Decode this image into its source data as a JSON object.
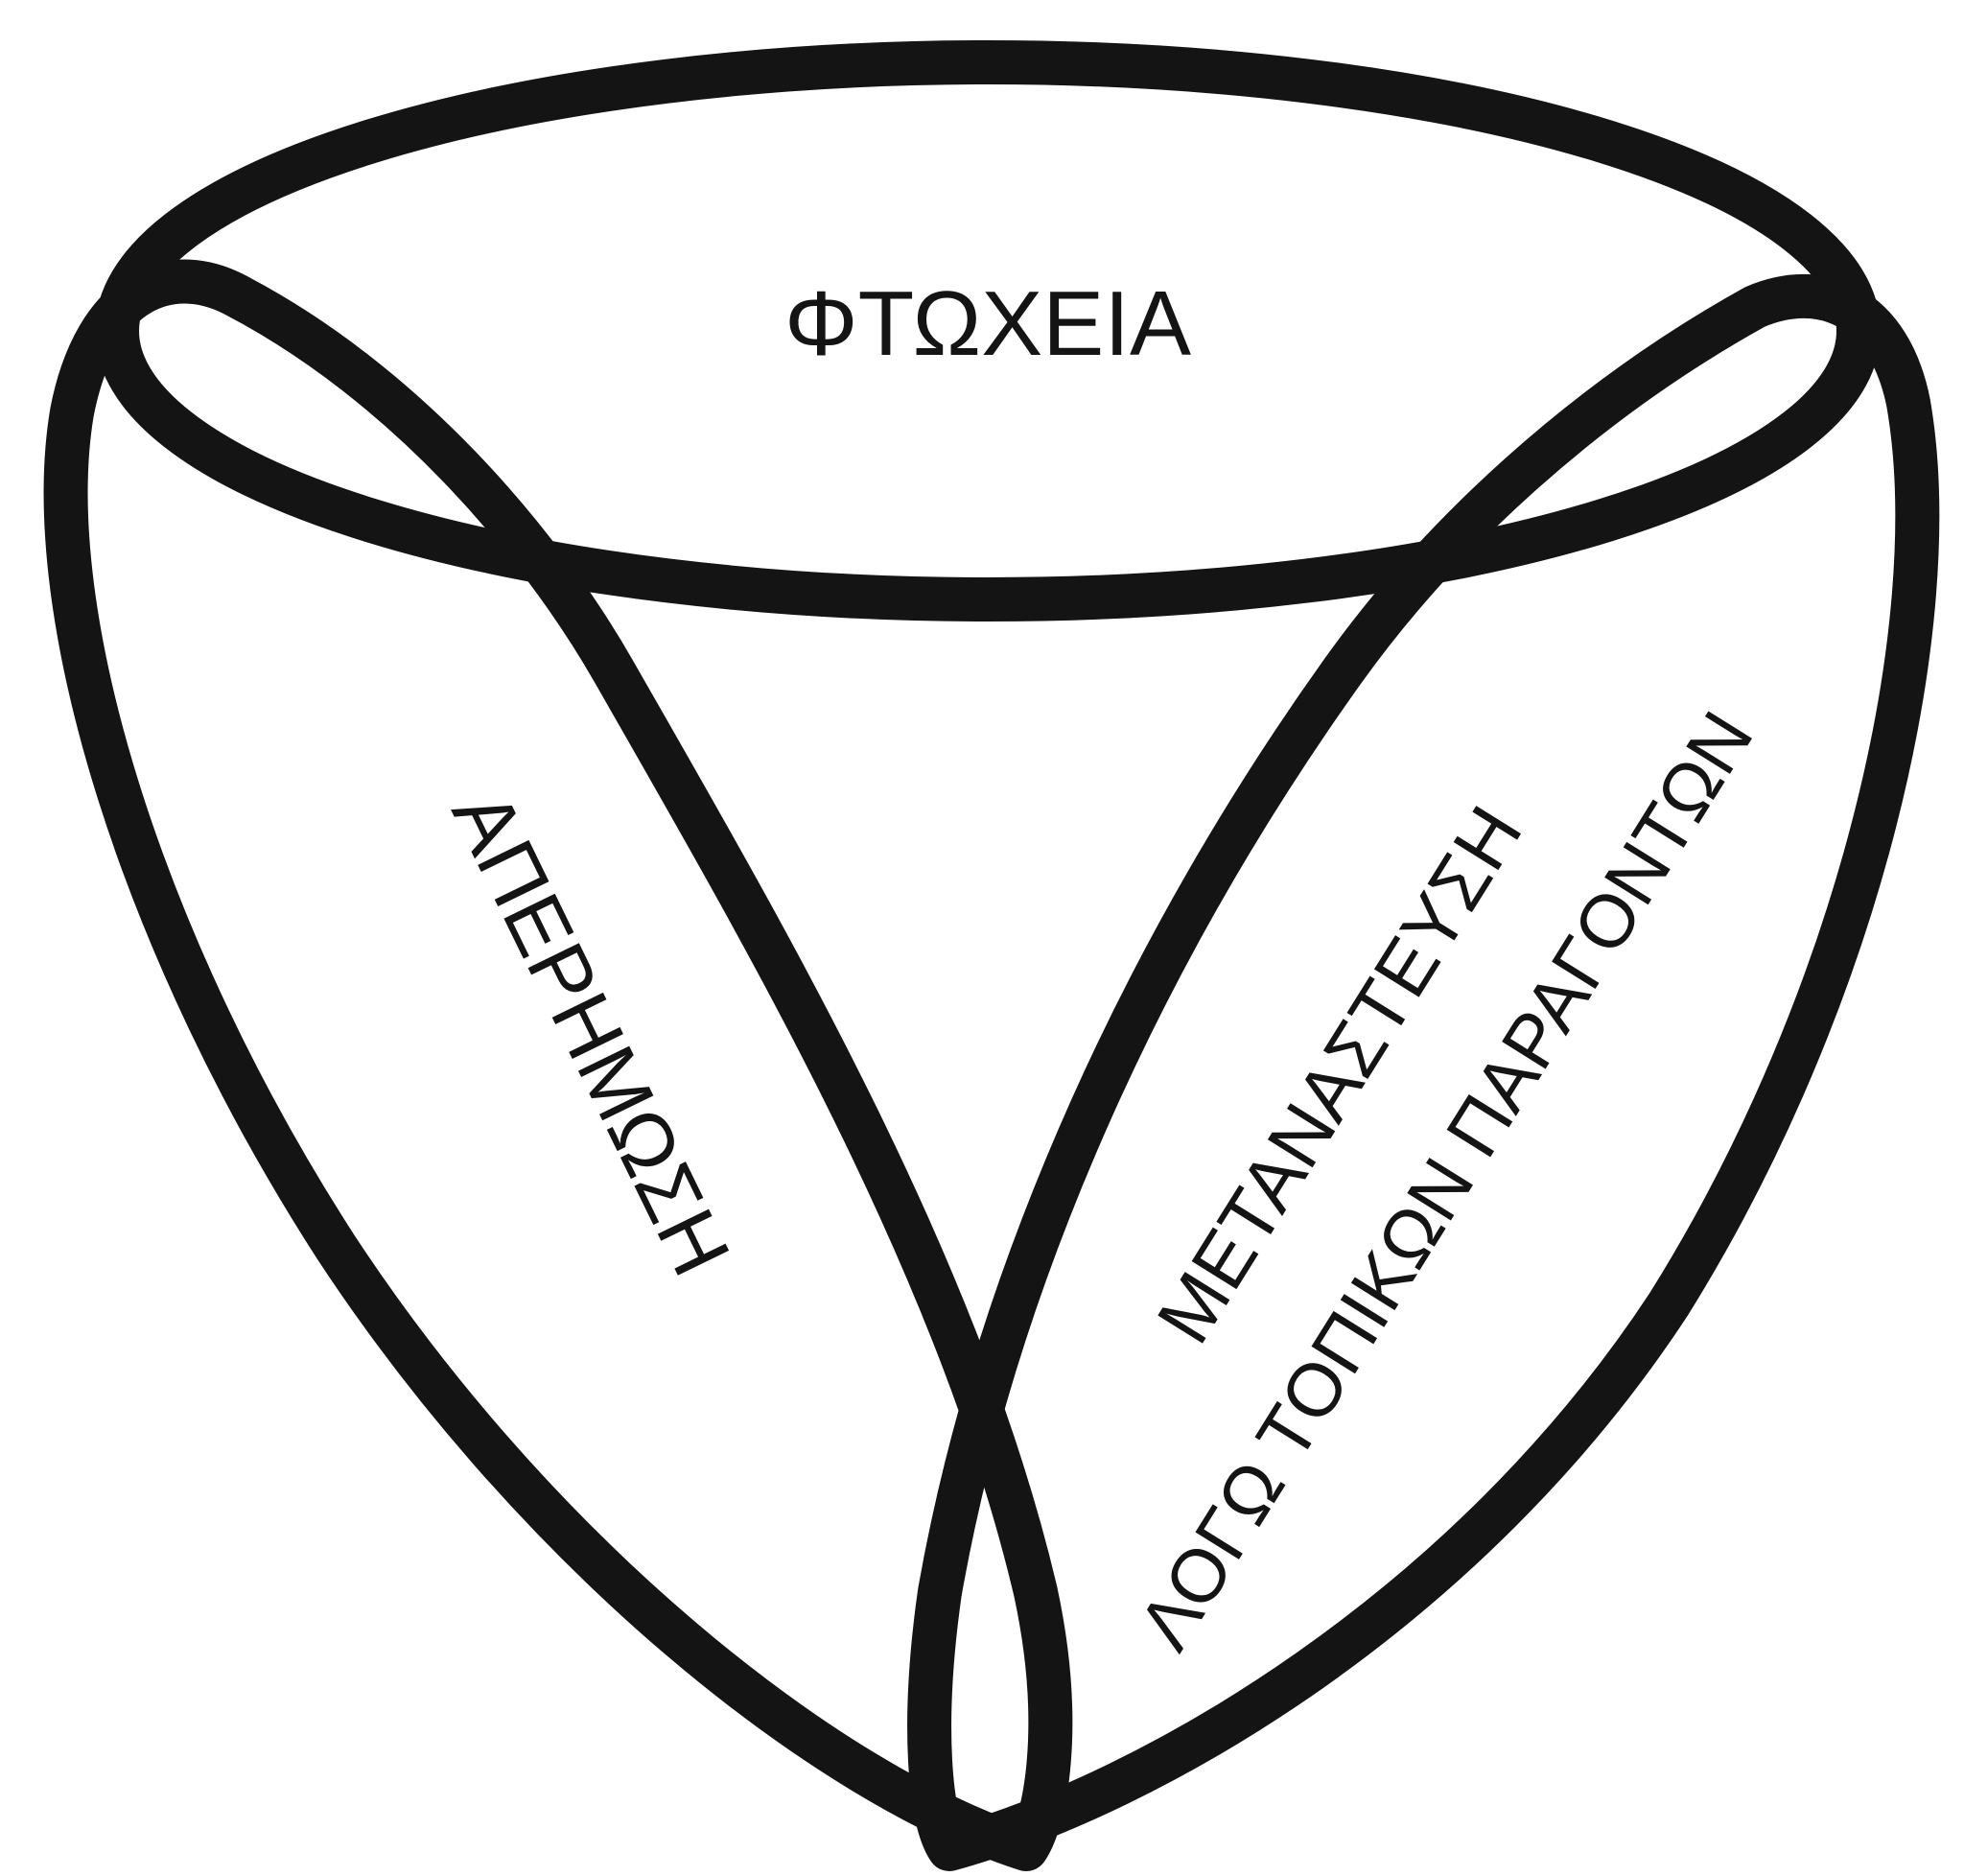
{
  "diagram": {
    "labels": {
      "top": "ΦΤΩΧΕΙΑ",
      "left": "ΑΠΕΡΗΜΩΣΗ",
      "right_line1": "ΜΕΤΑΝΑΣΤΕΥΣΗ",
      "right_line2": "ΛΟΓΩ ΤΟΠΙΚΩΝ ΠΑΡΑΓΟΝΤΩΝ"
    },
    "colors": {
      "stroke": "#141414",
      "background": "#ffffff"
    }
  }
}
